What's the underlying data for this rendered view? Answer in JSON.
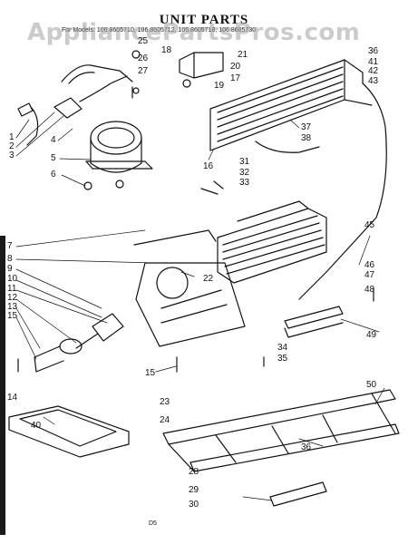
{
  "header": {
    "title": "UNIT PARTS",
    "subtitle": "For Models: 106.8605710, 106.8605712, 106.8605718, 106.8605730",
    "watermark": "AppliancePartsPros.com"
  },
  "footer": {
    "code": "D5"
  },
  "callouts": [
    {
      "id": "c1",
      "label": "1"
    },
    {
      "id": "c2",
      "label": "2"
    },
    {
      "id": "c3",
      "label": "3"
    },
    {
      "id": "c4",
      "label": "4"
    },
    {
      "id": "c5",
      "label": "5"
    },
    {
      "id": "c6",
      "label": "6"
    },
    {
      "id": "c7",
      "label": "7"
    },
    {
      "id": "c8",
      "label": "8"
    },
    {
      "id": "c9",
      "label": "9"
    },
    {
      "id": "c10",
      "label": "10"
    },
    {
      "id": "c11",
      "label": "11"
    },
    {
      "id": "c12",
      "label": "12"
    },
    {
      "id": "c13",
      "label": "13"
    },
    {
      "id": "c14",
      "label": "14"
    },
    {
      "id": "c15a",
      "label": "15"
    },
    {
      "id": "c15b",
      "label": "15"
    },
    {
      "id": "c16",
      "label": "16"
    },
    {
      "id": "c17",
      "label": "17"
    },
    {
      "id": "c18",
      "label": "18"
    },
    {
      "id": "c19",
      "label": "19"
    },
    {
      "id": "c20",
      "label": "20"
    },
    {
      "id": "c21",
      "label": "21"
    },
    {
      "id": "c22",
      "label": "22"
    },
    {
      "id": "c23",
      "label": "23"
    },
    {
      "id": "c24",
      "label": "24"
    },
    {
      "id": "c25",
      "label": "25"
    },
    {
      "id": "c26",
      "label": "26"
    },
    {
      "id": "c27",
      "label": "27"
    },
    {
      "id": "c28",
      "label": "28"
    },
    {
      "id": "c29",
      "label": "29"
    },
    {
      "id": "c30",
      "label": "30"
    },
    {
      "id": "c31",
      "label": "31"
    },
    {
      "id": "c32",
      "label": "32"
    },
    {
      "id": "c33",
      "label": "33"
    },
    {
      "id": "c34",
      "label": "34"
    },
    {
      "id": "c35",
      "label": "35"
    },
    {
      "id": "c36a",
      "label": "36"
    },
    {
      "id": "c36b",
      "label": "36"
    },
    {
      "id": "c37",
      "label": "37"
    },
    {
      "id": "c38",
      "label": "38"
    },
    {
      "id": "c40",
      "label": "40"
    },
    {
      "id": "c41",
      "label": "41"
    },
    {
      "id": "c42",
      "label": "42"
    },
    {
      "id": "c43",
      "label": "43"
    },
    {
      "id": "c45",
      "label": "45"
    },
    {
      "id": "c46",
      "label": "46"
    },
    {
      "id": "c47",
      "label": "47"
    },
    {
      "id": "c48",
      "label": "48"
    },
    {
      "id": "c49",
      "label": "49"
    },
    {
      "id": "c50",
      "label": "50"
    }
  ]
}
